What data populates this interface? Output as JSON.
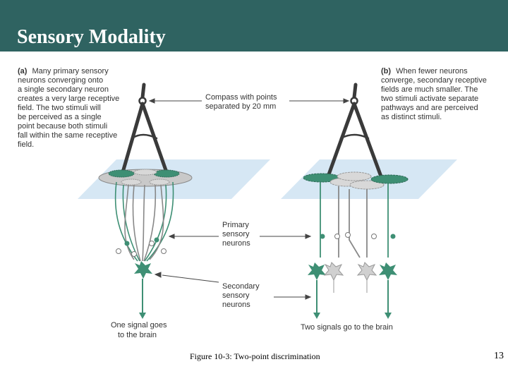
{
  "slide": {
    "title": "Sensory Modality",
    "caption": "Figure 10-3: Two-point discrimination",
    "page_number": "13"
  },
  "panel_a": {
    "letter": "(a)",
    "text_lines": [
      "Many primary sensory",
      "neurons converging onto",
      "a single secondary neuron",
      "creates a very large receptive",
      "field. The two stimuli will",
      "be perceived as a single",
      "point because both stimuli",
      "fall within the same receptive",
      "field."
    ],
    "bottom_label_lines": [
      "One signal goes",
      "to the brain"
    ]
  },
  "panel_b": {
    "letter": "(b)",
    "text_lines": [
      "When fewer neurons",
      "converge, secondary receptive",
      "fields are much smaller. The",
      "two stimuli activate separate",
      "pathways and are perceived",
      "as distinct stimuli."
    ],
    "bottom_label": "Two signals go to the brain"
  },
  "center_labels": {
    "compass": [
      "Compass with points",
      "separated by 20 mm"
    ],
    "primary": [
      "Primary",
      "sensory",
      "neurons"
    ],
    "secondary": [
      "Secondary",
      "sensory",
      "neurons"
    ]
  },
  "colors": {
    "header": "#2f6361",
    "skin": "#cfe3f2",
    "active_neuron": "#3e8f74",
    "inactive_neuron": "#c9c9c9",
    "compass": "#3a3a3a"
  }
}
